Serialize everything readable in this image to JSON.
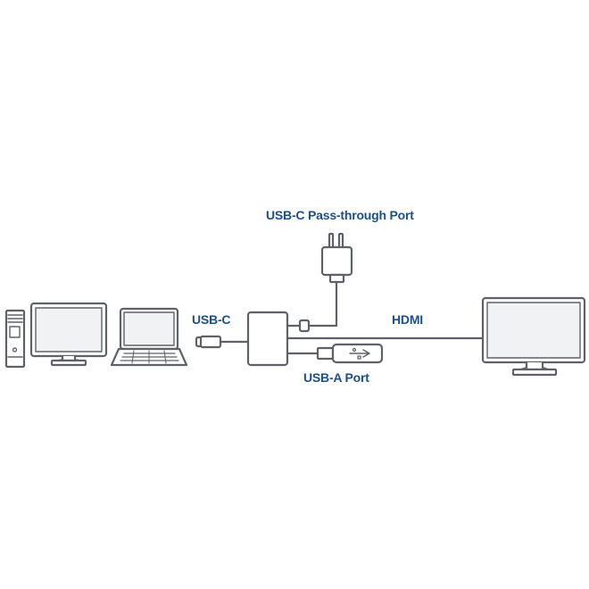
{
  "labels": {
    "usbc_pass_through": "USB-C Pass-through Port",
    "usbc": "USB-C",
    "hdmi": "HDMI",
    "usba": "USB-A Port"
  },
  "colors": {
    "label": "#1b4f8c",
    "stroke": "#5e6268",
    "fill": "#ffffff",
    "screen_fill": "#f1f2f3"
  },
  "icons": {
    "tower": "desktop-tower-icon",
    "monitor_left": "desktop-monitor-icon",
    "laptop": "laptop-icon",
    "adapter": "usb-c-adapter-icon",
    "power": "power-adapter-icon",
    "usb_stick": "usb-stick-icon",
    "monitor_right": "hdmi-monitor-icon"
  }
}
